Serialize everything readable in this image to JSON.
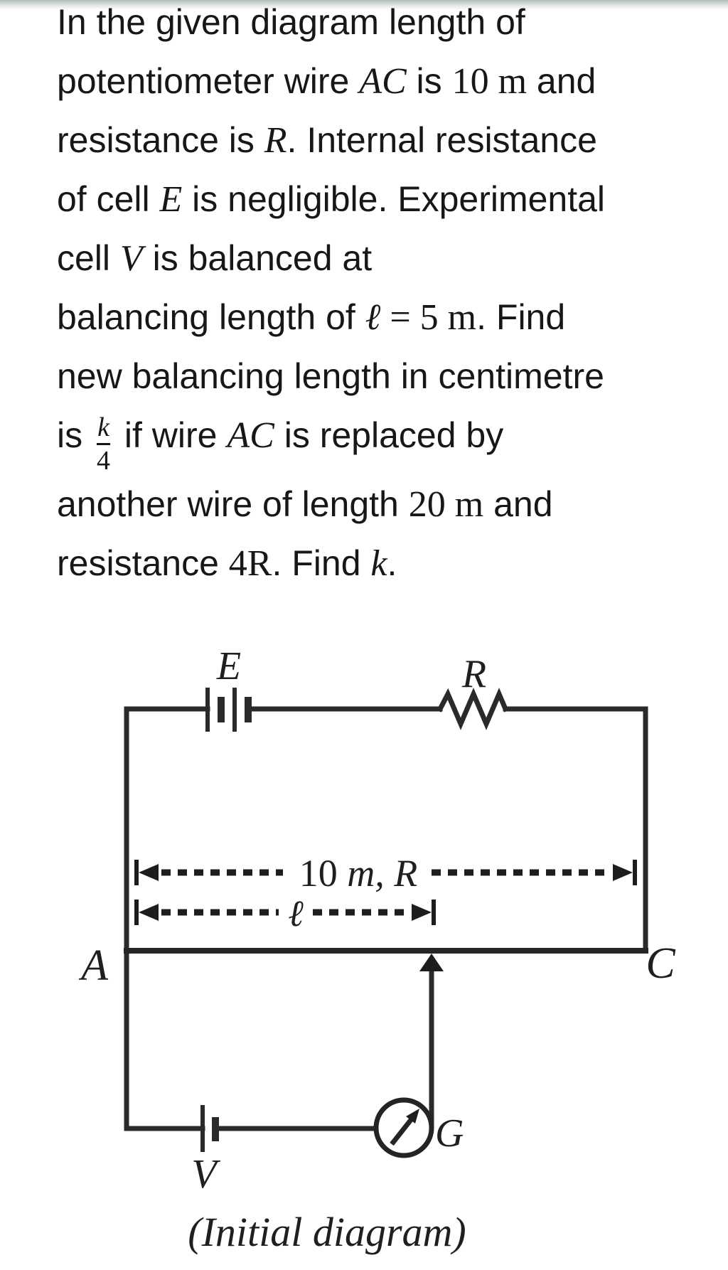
{
  "page": {
    "background": "#ffffff",
    "text_color": "#171717",
    "wire_color": "#2a2a2a"
  },
  "problem": {
    "lines": [
      {
        "runs": [
          {
            "k": "sans",
            "t": "In the given diagram length of"
          }
        ]
      },
      {
        "runs": [
          {
            "k": "sans",
            "t": "potentiometer wire "
          },
          {
            "k": "mi",
            "t": "AC"
          },
          {
            "k": "sans",
            "t": " is "
          },
          {
            "k": "mn",
            "t": "10 m"
          },
          {
            "k": "sans",
            "t": " and"
          }
        ]
      },
      {
        "runs": [
          {
            "k": "sans",
            "t": "resistance is "
          },
          {
            "k": "mi",
            "t": "R"
          },
          {
            "k": "sans",
            "t": ". Internal resistance"
          }
        ]
      },
      {
        "runs": [
          {
            "k": "sans",
            "t": "of cell "
          },
          {
            "k": "mi",
            "t": "E"
          },
          {
            "k": "sans",
            "t": " is negligible. Experimental"
          }
        ]
      },
      {
        "runs": [
          {
            "k": "sans",
            "t": "cell "
          },
          {
            "k": "mi",
            "t": "V"
          },
          {
            "k": "sans",
            "t": " is balanced at"
          }
        ]
      },
      {
        "runs": [
          {
            "k": "sans",
            "t": "balancing length of "
          },
          {
            "k": "mi",
            "t": "ℓ"
          },
          {
            "k": "mn",
            "t": " = 5 m"
          },
          {
            "k": "sans",
            "t": ". Find"
          }
        ]
      },
      {
        "runs": [
          {
            "k": "sans",
            "t": "new balancing length in centimetre"
          }
        ]
      },
      {
        "runs": [
          {
            "k": "sans",
            "t": "is "
          },
          {
            "k": "frac",
            "num": "k",
            "den": "4"
          },
          {
            "k": "sans",
            "t": " if wire "
          },
          {
            "k": "mi",
            "t": "AC"
          },
          {
            "k": "sans",
            "t": " is replaced by"
          }
        ]
      },
      {
        "runs": [
          {
            "k": "sans",
            "t": "another wire of length "
          },
          {
            "k": "mn",
            "t": "20 m"
          },
          {
            "k": "sans",
            "t": " and"
          }
        ]
      },
      {
        "runs": [
          {
            "k": "sans",
            "t": "resistance "
          },
          {
            "k": "mn",
            "t": "4R"
          },
          {
            "k": "sans",
            "t": ". Find "
          },
          {
            "k": "mi",
            "t": "k"
          },
          {
            "k": "sans",
            "t": "."
          }
        ]
      }
    ]
  },
  "diagram": {
    "labels": {
      "battery_top": "E",
      "resistor": "R",
      "terminal_left": "A",
      "terminal_right": "C",
      "battery_bottom": "V",
      "galvanometer": "G",
      "length_symbol": "ℓ"
    },
    "dim_top": {
      "prefix": "10 ",
      "suffix": "m, R"
    },
    "caption": "(Initial diagram)"
  }
}
